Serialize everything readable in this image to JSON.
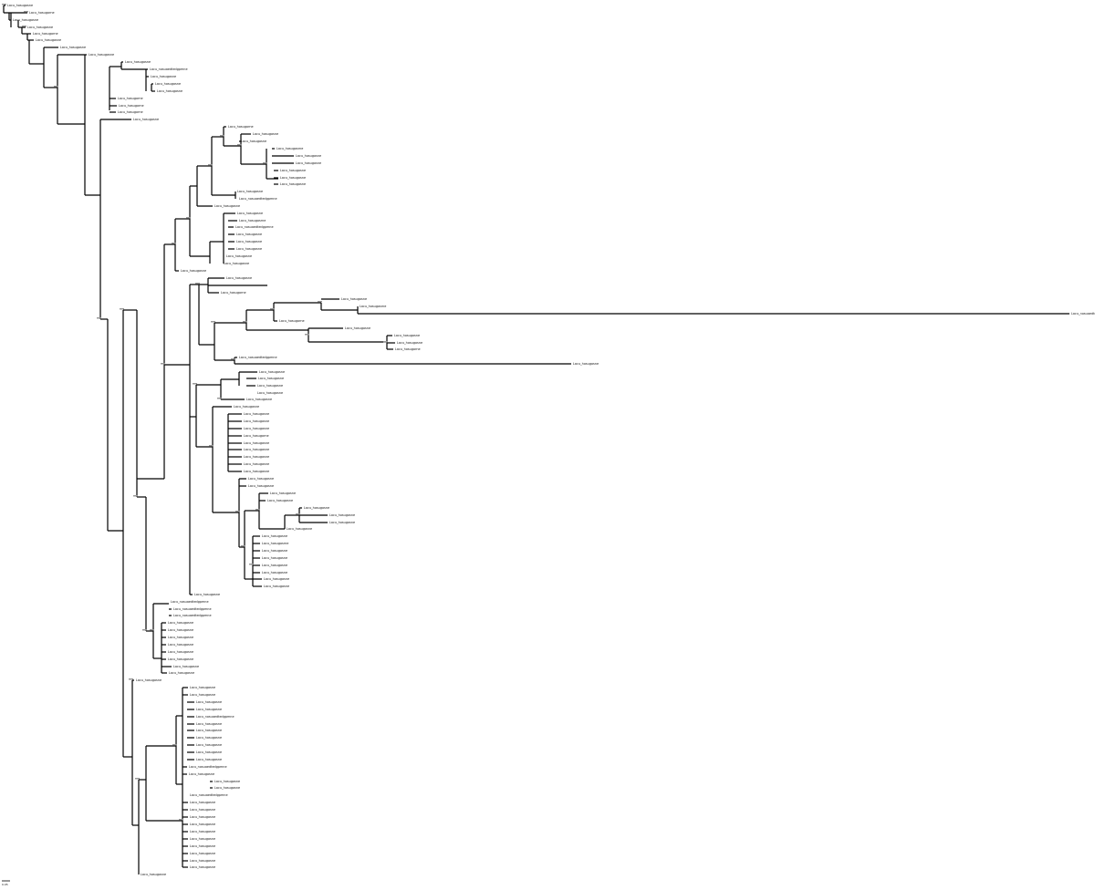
{
  "tree": {
    "leaves": [
      "Lacu_hosugosne",
      "Lacu_hosugorne",
      "Lacu_hosugosne",
      "Lacu_hosugosne",
      "Lacu_hosugorne",
      "Lacu_hosugosne",
      "Lacu_hosugosne",
      "Lacu_hosugosne",
      "Lacu_hosugosne",
      "Lacu_nosuaedtedgpmne",
      "Lacu_hosugosne",
      "Lacu_hosugosne",
      "Lacu_hosugosne",
      "Lacu_hosugorne",
      "Lacu_hosugorne",
      "Lacu_hosugorne",
      "Lacu_hosugosne",
      "Lacu_hosugorne",
      "Lacu_hosugosne",
      "Lacu_hosugosne",
      "Lacu_hosugosrne",
      "Lacu_hosugosne",
      "Lacu_hosugosne",
      "Lacu_hosugosne",
      "Lacu_hosugosne",
      "Lacu_hosugosne",
      "Lacu_hosugosne",
      "Lacu_nosuaedtedgpmne",
      "Lacu_hosugosne",
      "Lacu_hosugosne",
      "Lacu_hosugosrne",
      "Lacu_nosuaedtedgpmne",
      "Lacu_hosugosne",
      "Lacu_hosugosne",
      "Lacu_hosugosne",
      "Lacu_hosugosne",
      "Lacu_hosugosne",
      "Lacu_hosugosne",
      "Lacu_hosugosne",
      "Lacu_hosugorne",
      "Lacu_hosugosne",
      "Lacu_hosugosrne",
      "Lacu_hosugorne",
      "Lacu_nosuaedtedgpmne",
      "Lacu_hosugosne",
      "Lacu_hosugosne",
      "Lacu_hosugosne",
      "Lacu_hosugorne",
      "Lacu_hosugosne",
      "Lacu_nosuaedtedgpmne",
      "Lacu_hosugosne",
      "Lacu_hosugosne",
      "Lacu_hosugosne",
      "Lacu_hosugosne",
      "Lacu_hosugosne",
      "Lacu_hosugosne",
      "Lacu_hosugosne",
      "Lacu_hosugosne",
      "Lacu_hosugosne",
      "Lacu_hosugorne",
      "Lacu_hosugosne",
      "Lacu_hosugosne",
      "Lacu_hosugosne",
      "Lacu_hosugosne",
      "Lacu_hosugosne",
      "Lacu_hosugosne",
      "Lacu_hosugosne",
      "Lacu_hosugosne",
      "Lacu_hosugosne",
      "Lacu_hosugosne",
      "Lacu_hosugosne",
      "Lacu_hosugosne",
      "Lacu_hosugosne",
      "Lacu_hosugosne",
      "Lacu_hosugosrne",
      "Lacu_hosugosne",
      "Lacu_hosugosne",
      "Lacu_hosugosne",
      "Lacu_hosugosne",
      "Lacu_hosugosne",
      "Lacu_hosugosne",
      "Lacu_hosugosne",
      "Lacu_nosuaedtedgpmne",
      "Lacu_nosuaedtedgpmne",
      "Lacu_nosuaedtedgpmne",
      "Lacu_hosugosne",
      "Lacu_hosugosne",
      "Lacu_hosugosne",
      "Lacu_hosugosne",
      "Lacu_hosugosne",
      "Lacu_hosugosne",
      "Lacu_hosugosne",
      "Lacu_hosugosne",
      "Lacu_hosugosne",
      "Lacu_hosugosne",
      "Lacu_hosugosne",
      "Lacu_hosugosne",
      "Lacu_hosugosne",
      "Lacu_nosuaedtedgpmne",
      "Lacu_hosugosne",
      "Lacu_hosugosne",
      "Lacu_hosugosne",
      "Lacu_hosugosne",
      "Lacu_hosugosne",
      "Lacu_hosugosne",
      "Lacu_nosuaedtedgpmne",
      "Lacu_hosugosne",
      "Lacu_hosugosne",
      "Lacu_hosugosne",
      "Lacu_nosuaedtedgpmne",
      "Lacu_hosugosne",
      "Lacu_hosugosne",
      "Lacu_hosugosne",
      "Lacu_hosugosne",
      "Lacu_hosugosne",
      "Lacu_hosugosne",
      "Lacu_hosugosne",
      "Lacu_hosugosne",
      "Lacu_hosugosne",
      "Lacu_hosugosne",
      "Lacu_hosugosne",
      "Lacu_hosugosne"
    ],
    "scale_label": "0.05"
  }
}
